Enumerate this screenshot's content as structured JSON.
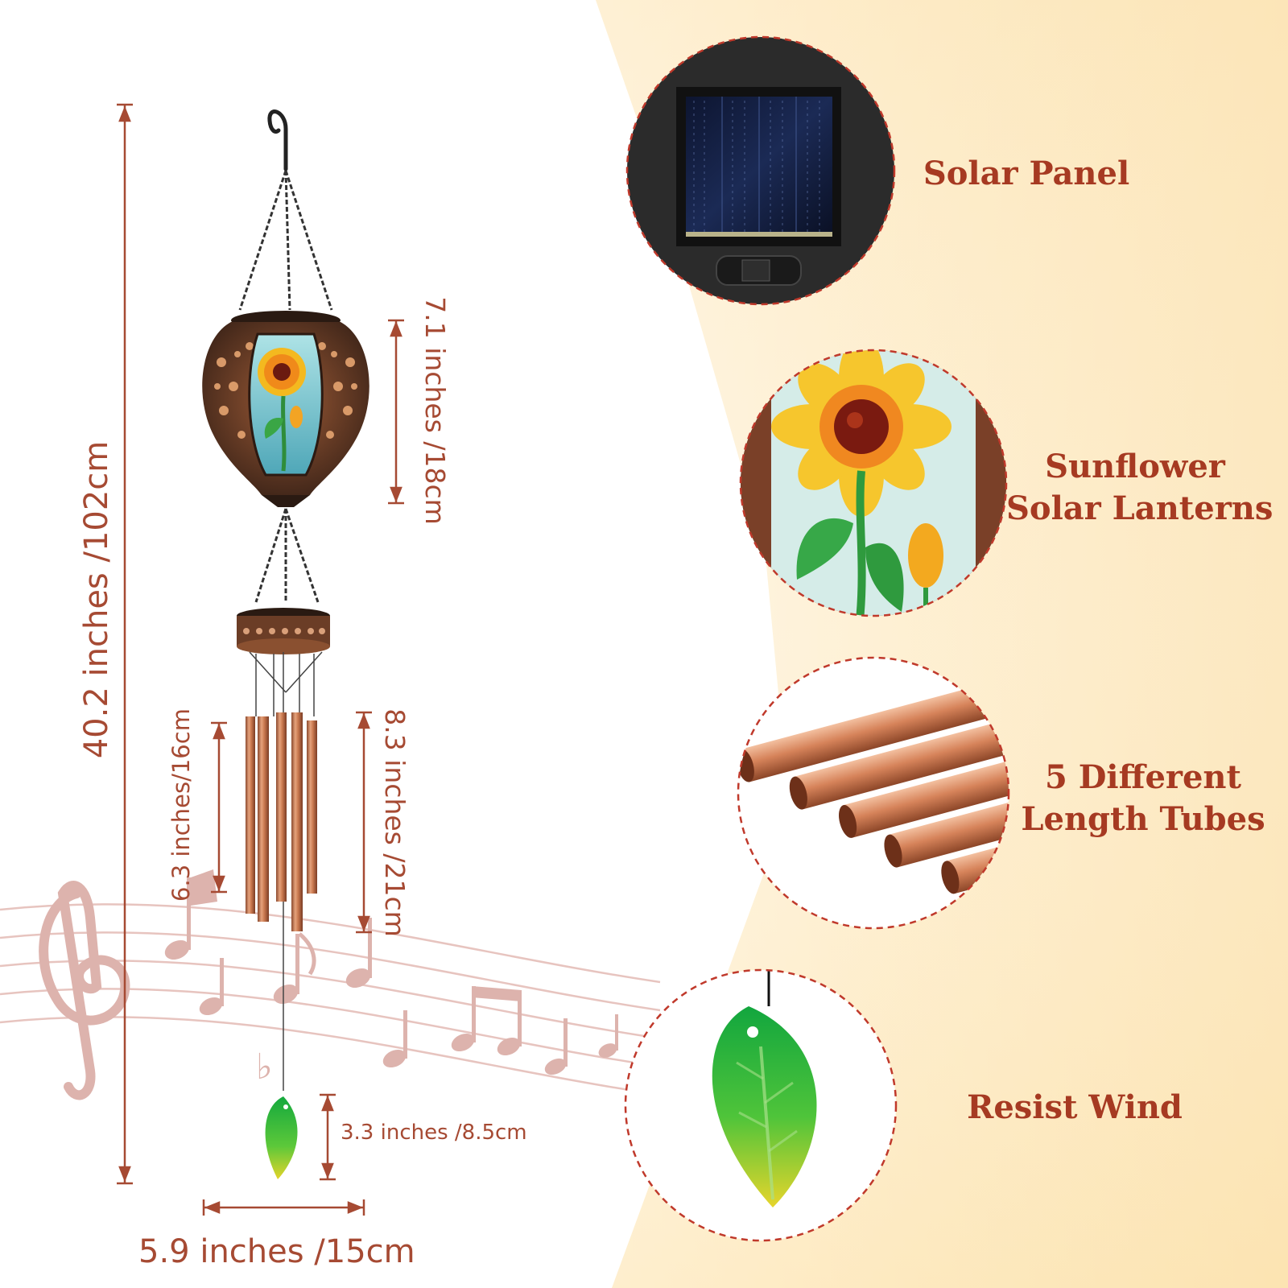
{
  "dimensions": {
    "total_height": "40.2 inches /102cm",
    "lantern_height": "7.1 inches /18cm",
    "short_tube": "6.3 inches/16cm",
    "long_tube": "8.3 inches /21cm",
    "leaf_height": "3.3 inches /8.5cm",
    "width": "5.9 inches /15cm"
  },
  "features": [
    {
      "lines": [
        "Solar Panel"
      ],
      "icon": "solar-panel-detail"
    },
    {
      "lines": [
        "Sunflower",
        "Solar Lanterns"
      ],
      "icon": "sunflower-glass-detail"
    },
    {
      "lines": [
        "5 Different",
        "Length Tubes"
      ],
      "icon": "copper-tubes-detail"
    },
    {
      "lines": [
        "Resist Wind"
      ],
      "icon": "leaf-pendant-detail"
    }
  ],
  "colors": {
    "accent": "#a63a22",
    "dimension": "#a64a33",
    "copper": "#c77a55",
    "leaf_green": "#2db34a",
    "warm_bg": "#fbe7bf"
  }
}
